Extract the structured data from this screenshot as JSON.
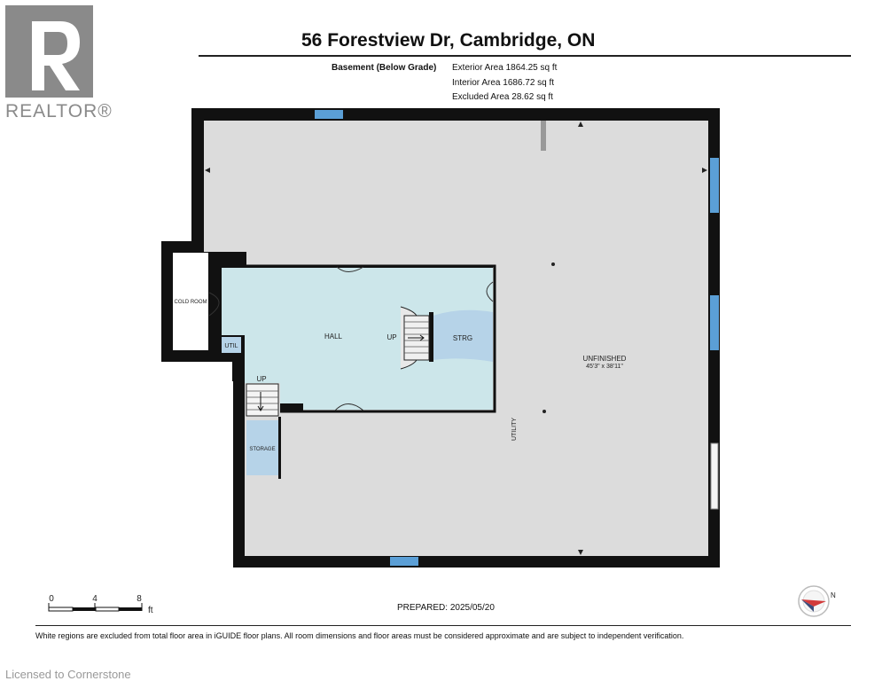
{
  "header": {
    "logo_text": "REALTOR®",
    "title": "56 Forestview Dr, Cambridge, ON",
    "level": "Basement (Below Grade)",
    "areas": {
      "exterior": "Exterior Area 1864.25 sq ft",
      "interior": "Interior Area 1686.72 sq ft",
      "excluded": "Excluded Area 28.62 sq ft"
    }
  },
  "rooms": {
    "cold_room": "COLD ROOM",
    "util": "UTIL",
    "hall": "HALL",
    "up_main": "UP",
    "strg": "STRG",
    "up_side": "UP",
    "storage": "STORAGE",
    "utility": "UTILITY",
    "unfinished": "UNFINISHED",
    "unfinished_dims": "45'3\" x 38'11\""
  },
  "scale": {
    "ticks": [
      "0",
      "4",
      "8"
    ],
    "unit": "ft"
  },
  "compass": {
    "label": "N"
  },
  "footer": {
    "prepared": "PREPARED: 2025/05/20",
    "disclaimer": "White regions are excluded from total floor area in iGUIDE floor plans. All room dimensions and floor areas must be considered approximate and are subject to independent verification.",
    "licensed": "Licensed to Cornerstone"
  },
  "colors": {
    "wall": "#111111",
    "unfinished_floor": "#dcdcdc",
    "hall_floor": "#cce6ea",
    "storage_floor": "#b6d3e8",
    "window": "#5b9fd6"
  }
}
